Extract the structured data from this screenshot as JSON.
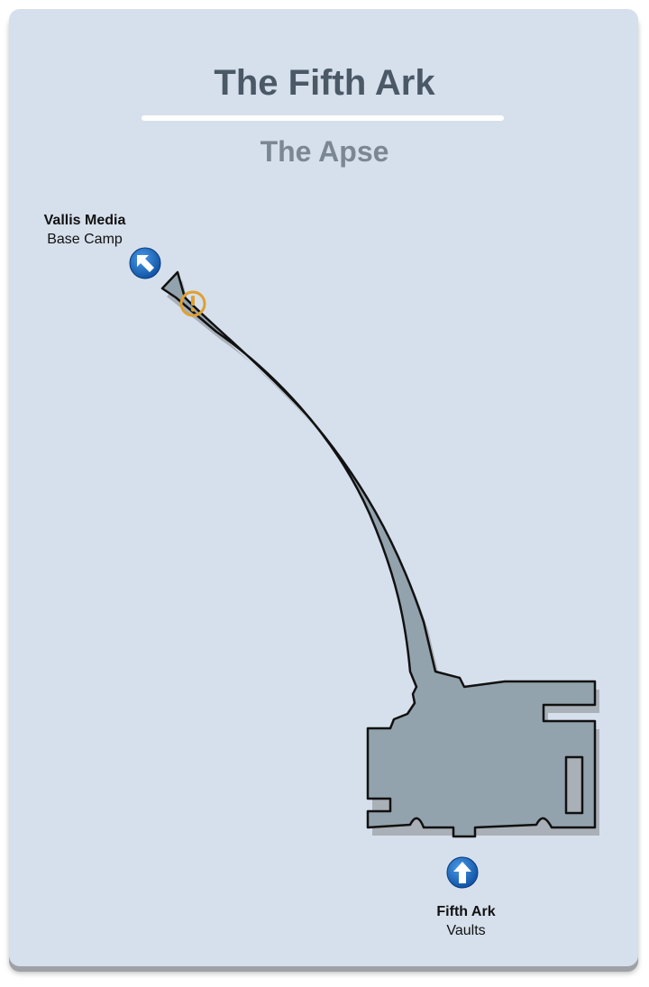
{
  "header": {
    "title": "The Fifth Ark",
    "subtitle": "The Apse"
  },
  "exits": [
    {
      "name": "Vallis Media",
      "detail": "Base Camp",
      "icon": "arrow-up-left-icon"
    },
    {
      "name": "Fifth Ark",
      "detail": "Vaults",
      "icon": "arrow-up-icon"
    }
  ],
  "markers": [
    {
      "icon": "warning-icon",
      "color": "#e0a030"
    }
  ],
  "colors": {
    "background": "#d6e0ec",
    "floor": "#93a3ad",
    "exit": "#1a5fb4"
  }
}
